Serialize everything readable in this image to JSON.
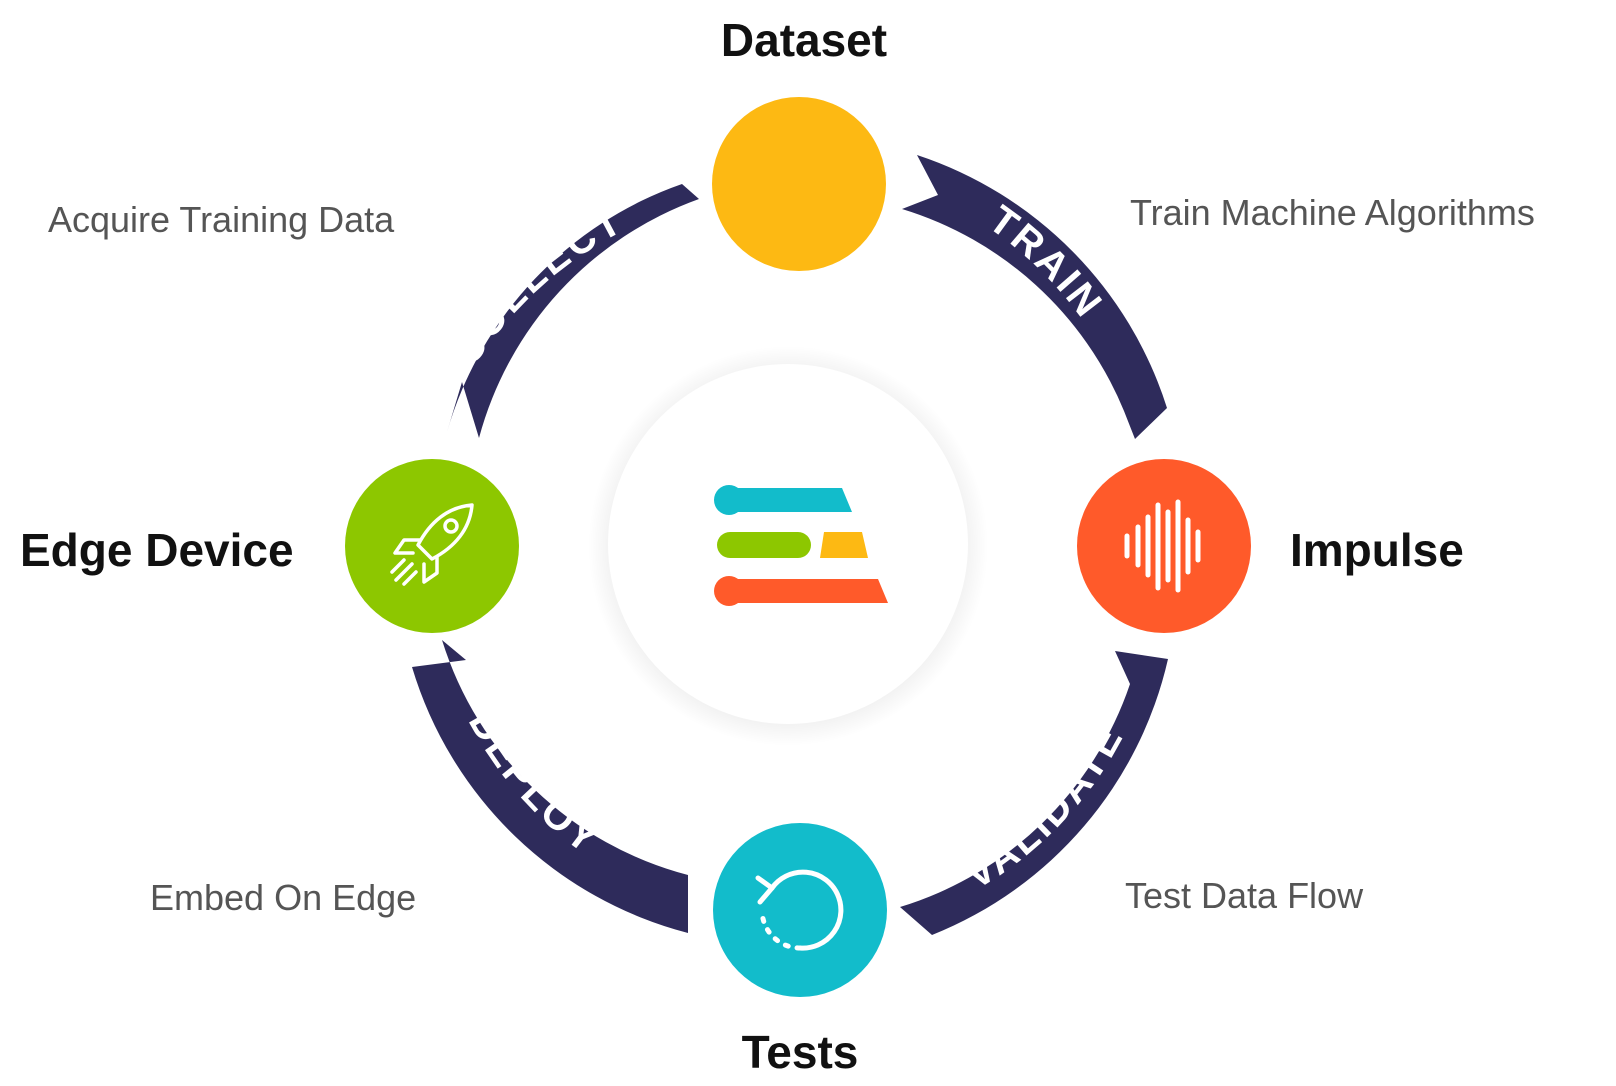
{
  "nodes": {
    "dataset": {
      "label": "Dataset",
      "color": "#FDB913",
      "icon": "none"
    },
    "impulse": {
      "label": "Impulse",
      "color": "#FF5A2A",
      "icon": "waveform-icon"
    },
    "tests": {
      "label": "Tests",
      "color": "#12BCCB",
      "icon": "refresh-icon"
    },
    "edge_device": {
      "label": "Edge Device",
      "color": "#8DC700",
      "icon": "rocket-icon"
    }
  },
  "stages": {
    "collect": {
      "label": "COLLECT",
      "description": "Acquire Training Data"
    },
    "train": {
      "label": "TRAIN",
      "description": "Train Machine Algorithms"
    },
    "validate": {
      "label": "VALIDATE",
      "description": "Test Data Flow"
    },
    "deploy": {
      "label": "DEPLOY",
      "description": "Embed On Edge"
    }
  },
  "colors": {
    "arrow": "#2E2B5B",
    "center_bg": "#FFFFFF",
    "logo_teal": "#12BCCB",
    "logo_green": "#8DC700",
    "logo_yellow": "#FDB913",
    "logo_red": "#FF5A2A"
  },
  "center": {
    "icon": "edge-impulse-logo-icon"
  }
}
